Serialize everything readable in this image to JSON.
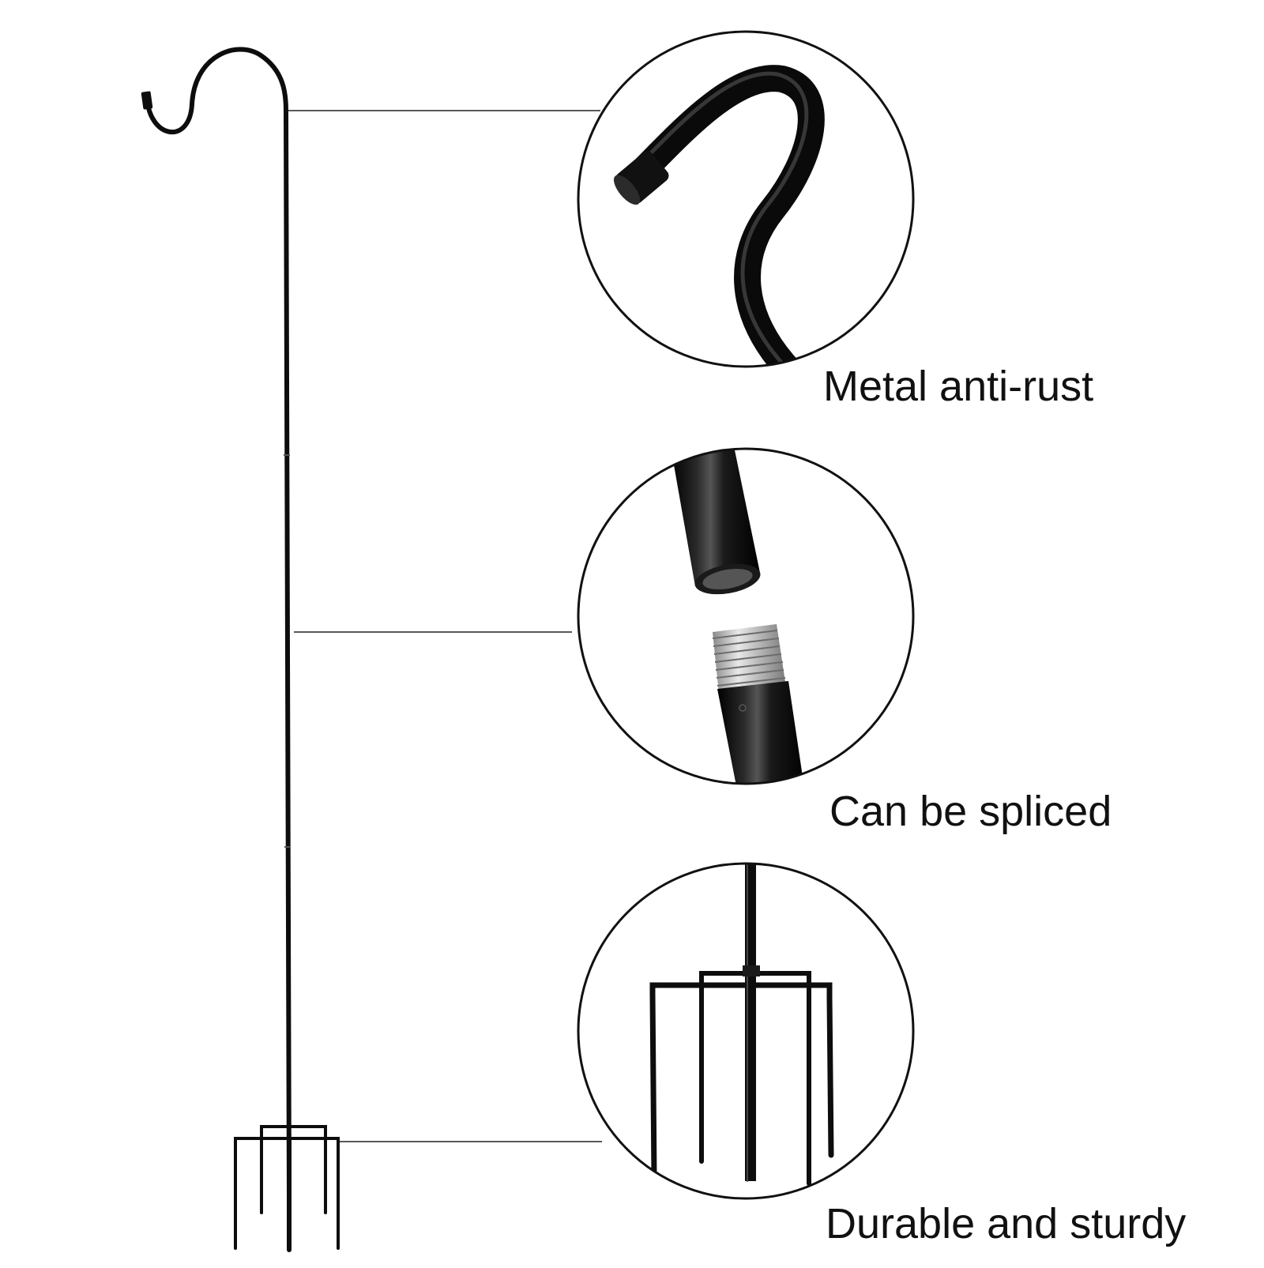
{
  "features": [
    {
      "label": "Metal anti-rust",
      "detail": "hook-closeup"
    },
    {
      "label": "Can be spliced",
      "detail": "thread-joint-closeup"
    },
    {
      "label": "Durable and sturdy",
      "detail": "five-prong-base-closeup"
    }
  ],
  "colors": {
    "metal": "#0d0d0d",
    "thread": "#c9c9c9",
    "line": "#222222",
    "background": "#ffffff"
  }
}
